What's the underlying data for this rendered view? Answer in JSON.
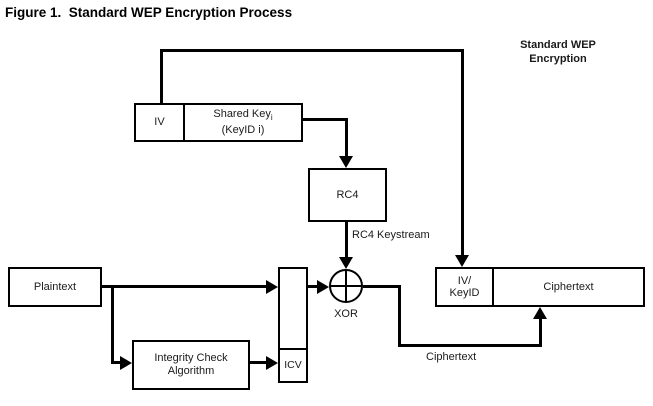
{
  "title": "Figure 1.  Standard WEP Encryption Process",
  "caption": {
    "line1": "Standard WEP",
    "line2": "Encryption"
  },
  "nodes": {
    "iv": "IV",
    "shared_key_main": "Shared Key",
    "shared_key_sub": "i",
    "shared_key_line2": "(KeyID i)",
    "rc4": "RC4",
    "plaintext": "Plaintext",
    "integrity_line1": "Integrity Check",
    "integrity_line2": "Algorithm",
    "icv": "ICV",
    "iv_keyid_line1": "IV/",
    "iv_keyid_line2": "KeyID",
    "ciphertext_cell": "Ciphertext"
  },
  "labels": {
    "rc4_keystream": "RC4 Keystream",
    "xor": "XOR",
    "ciphertext": "Ciphertext"
  },
  "colors": {
    "line": "#000000",
    "text": "#1a1a1a",
    "background": "#ffffff"
  }
}
